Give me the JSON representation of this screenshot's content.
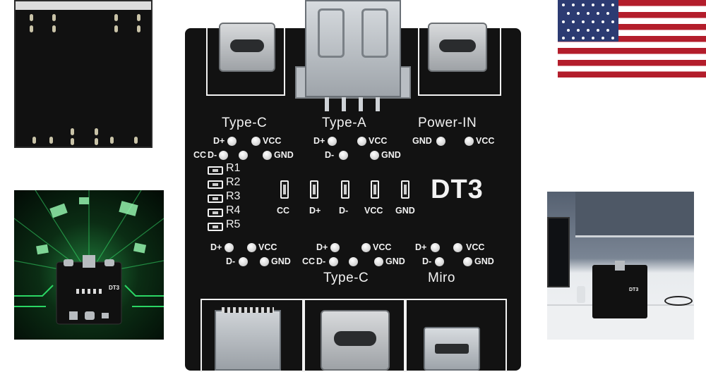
{
  "board": {
    "top_labels": {
      "type_c": "Type-C",
      "type_a": "Type-A",
      "power_in": "Power-IN"
    },
    "type_c_pins": {
      "dplus": "D+",
      "vcc": "VCC",
      "cc": "CC",
      "dminus": "D-",
      "gnd": "GND"
    },
    "type_a_pins": {
      "dplus": "D+",
      "vcc": "VCC",
      "dminus": "D-",
      "gnd": "GND"
    },
    "power_pins": {
      "gnd": "GND",
      "vcc": "VCC"
    },
    "resistors": [
      "R1",
      "R2",
      "R3",
      "R4",
      "R5"
    ],
    "leds": [
      "CC",
      "D+",
      "D-",
      "VCC",
      "GND"
    ],
    "model": "DT3",
    "bottom_left_pins": {
      "dplus": "D+",
      "vcc": "VCC",
      "dminus": "D-",
      "gnd": "GND"
    },
    "bottom_mid_pins": {
      "dplus": "D+",
      "vcc": "VCC",
      "cc": "CC",
      "dminus": "D-",
      "gnd": "GND"
    },
    "bottom_right_pins": {
      "dplus": "D+",
      "vcc": "VCC",
      "dminus": "D-",
      "gnd": "GND"
    },
    "bottom_labels": {
      "type_c": "Type-C",
      "micro": "Miro"
    }
  },
  "thumb_glow": {
    "model": "DT3"
  },
  "thumb_room": {
    "model": "DT3"
  },
  "colors": {
    "board": "#121212",
    "silk": "#f2f2f2",
    "glow": "#1f7a3a"
  }
}
